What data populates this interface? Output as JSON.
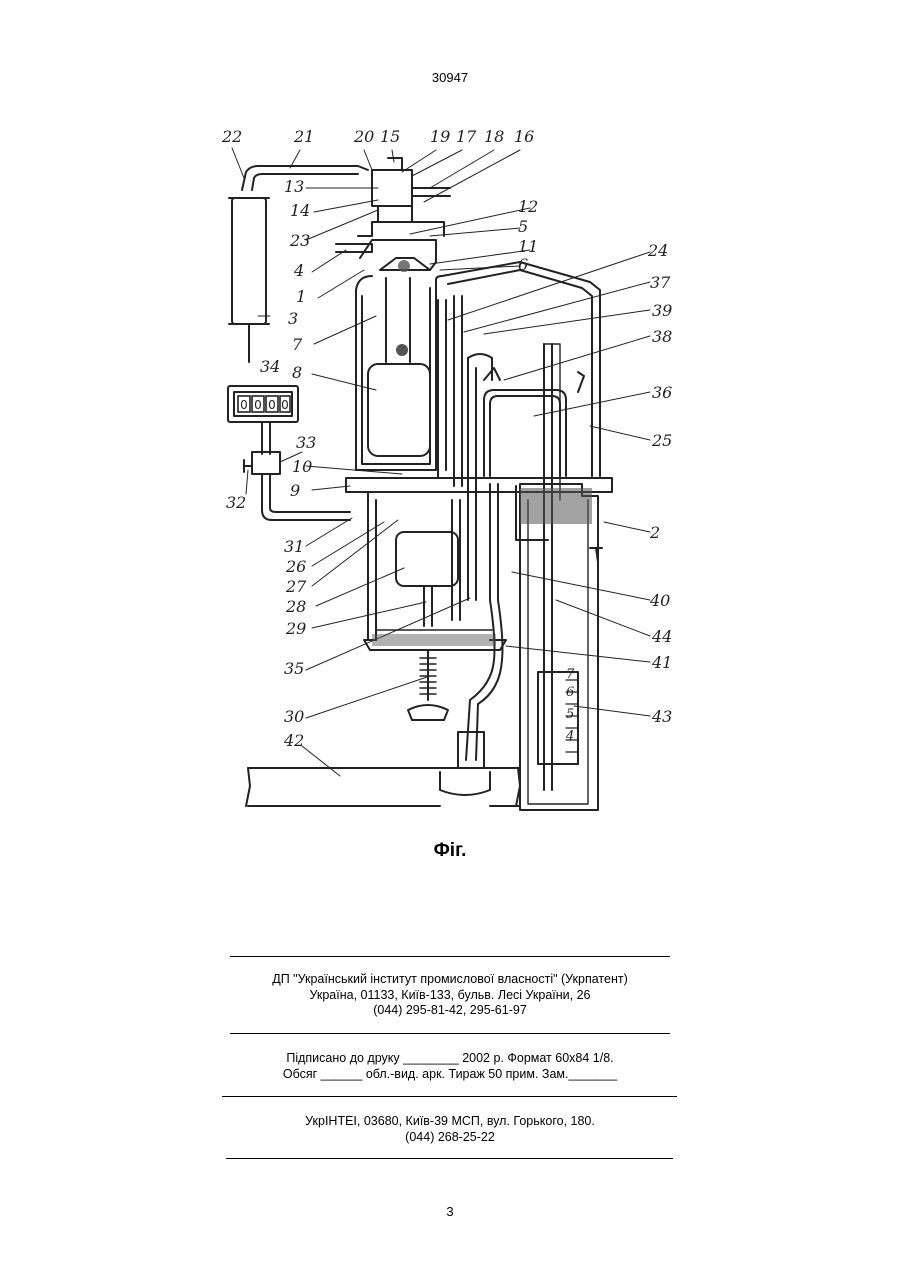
{
  "header": {
    "document_number": "30947"
  },
  "figure": {
    "caption": "Фіг.",
    "part_labels": [
      "22",
      "21",
      "20",
      "15",
      "19",
      "17",
      "18",
      "16",
      "13",
      "14",
      "23",
      "12",
      "5",
      "4",
      "11",
      "1",
      "6",
      "24",
      "37",
      "3",
      "7",
      "39",
      "38",
      "34",
      "8",
      "36",
      "33",
      "25",
      "10",
      "32",
      "9",
      "2",
      "31",
      "26",
      "27",
      "28",
      "40",
      "29",
      "44",
      "35",
      "41",
      "30",
      "43",
      "42"
    ],
    "scale_labels": [
      "7",
      "6",
      "5",
      "4"
    ],
    "counter_display": "0000"
  },
  "imprint": {
    "line1": "ДП \"Український інститут промислової власності\" (Укрпатент)",
    "line2": "Україна, 01133, Київ-133, бульв. Лесі України, 26",
    "line3": "(044) 295-81-42, 295-61-97"
  },
  "print_info": {
    "line1": "Підписано до друку ________ 2002 р.    Формат 60x84 1/8.",
    "line2": "Обсяг ______ обл.-вид. арк.   Тираж 50 прим.    Зам._______"
  },
  "publisher": {
    "line1": "УкрІНТЕІ, 03680, Київ-39 МСП, вул. Горького, 180.",
    "line2": "(044) 268-25-22"
  },
  "footer": {
    "page_number": "3"
  }
}
